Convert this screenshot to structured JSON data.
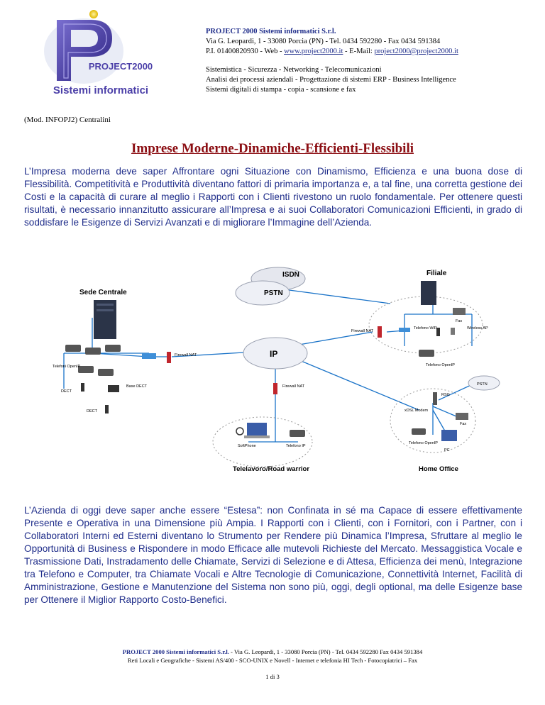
{
  "logo": {
    "brand": "PROJECT2000",
    "tagline": "Sistemi informatici"
  },
  "header": {
    "company": "PROJECT 2000 Sistemi informatici S.r.l.",
    "address_line": "Via G. Leopardi, 1 - 33080 Porcia (PN) - Tel. 0434 592280 - Fax 0434 591384",
    "piva_prefix": "P.I. 01400820930 - Web - ",
    "web": "www.project2000.it",
    "email_prefix": " - E-Mail: ",
    "email": "project2000@project2000.it",
    "services": [
      "Sistemistica - Sicurezza - Networking - Telecomunicazioni",
      "Analisi dei processi aziendali - Progettazione di sistemi ERP - Business Intelligence",
      "Sistemi digitali di stampa - copia - scansione e fax"
    ]
  },
  "mod_label": "(Mod. INFOPJ2) Centralini",
  "title": "Imprese Moderne-Dinamiche-Efficienti-Flessibili",
  "paragraph1": "L’Impresa moderna deve saper Affrontare ogni Situazione con Dinamismo, Efficienza e una buona dose di Flessibilità. Competitività e Produttività diventano fattori di primaria importanza e, a tal fine, una corretta gestione dei Costi e la capacità di curare al meglio i Rapporti con i Clienti rivestono un ruolo fondamentale. Per ottenere questi risultati, è necessario innanzitutto assicurare all’Impresa e ai suoi Collaboratori Comunicazioni Efficienti, in grado di soddisfare le Esigenze di Servizi Avanzati e di migliorare l’Immagine dell’Azienda.",
  "diagram": {
    "sede_centrale": "Sede Centrale",
    "isdn": "ISDN",
    "pstn": "PSTN",
    "filiale": "Filiale",
    "fax_filiale": "Fax",
    "firewall_nat_filiale": "Firewall NAT",
    "telefono_wifi": "Telefono WiFi",
    "wireless_ap": "Wireless AP",
    "telefono_openip_filiale": "Telefono OpenIP",
    "ip": "IP",
    "firewall_nat_sede": "Firewall NAT",
    "telefoni_openip": "Telefoni OpenIP",
    "base_dect": "Base DECT",
    "dect_1": "DECT",
    "dect_2": "DECT",
    "firewall_nat_tele": "Firewall NAT",
    "pstn_home": "PSTN",
    "rsg": "RSG",
    "xdsl_modem": "xDSL Modem",
    "fax_home": "Fax",
    "telefono_openip_home": "Telefono OpenIP",
    "pc": "PC",
    "softphone": "SoftPhone",
    "telefono_ip": "Telefono IP",
    "telelavoro": "Telelavoro/Road warrior",
    "home_office": "Home Office"
  },
  "paragraph2": "L’Azienda di oggi deve saper anche essere “Estesa”: non Confinata in sé ma Capace di essere effettivamente Presente e Operativa in una Dimensione più Ampia. I Rapporti con i Clienti, con i Fornitori, con i Partner, con i Collaboratori Interni ed Esterni diventano lo Strumento per Rendere più Dinamica l’Impresa, Sfruttare al meglio le Opportunità di Business e Rispondere in modo Efficace alle mutevoli Richieste del Mercato. Messaggistica Vocale e Trasmissione Dati, Instradamento delle Chiamate, Servizi di Selezione e di Attesa, Efficienza dei menù, Integrazione tra Telefono e Computer, tra Chiamate Vocali e Altre Tecnologie di Comunicazione, Connettività Internet, Facilità di Amministrazione, Gestione e Manutenzione del Sistema non sono più, oggi, degli optional, ma delle Esigenze base per Ottenere il Miglior Rapporto Costo-Benefici.",
  "footer": {
    "company": "PROJECT 2000 Sistemi informatici S.r.l.",
    "address": " - Via G. Leopardi, 1 - 33080 Porcia (PN) - Tel. 0434 592280 Fax 0434 591384",
    "line2": "Reti Locali e Geografiche - Sistemi AS/400 - SCO-UNIX e Novell - Internet e telefonia HI Tech - Fotocopiatrici – Fax",
    "page": "1 di 3"
  },
  "colors": {
    "brand_blue": "#1f2d8a",
    "title_red": "#8b0d12",
    "logo_purple": "#4b3fa8"
  }
}
